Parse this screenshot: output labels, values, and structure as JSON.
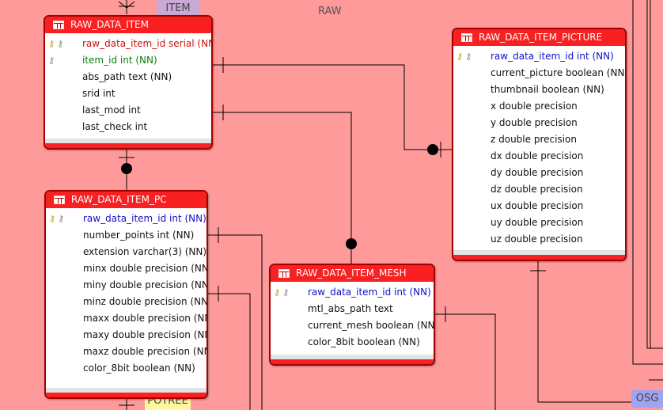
{
  "diagram": {
    "layer_title": "RAW",
    "tags": {
      "item": "ITEM",
      "potree": "POTREE",
      "osg": "OSG"
    },
    "colors": {
      "background": "#ff9a9a",
      "header": "#f82020",
      "border": "#a00000",
      "pk": "#1010c8",
      "fk": "#108010",
      "serial": "#d01010"
    },
    "entities": {
      "raw_data_item": {
        "name": "RAW_DATA_ITEM",
        "columns": [
          {
            "text": "raw_data_item_id serial (NN)",
            "kind": "serial",
            "keys": [
              "gold",
              "grey"
            ]
          },
          {
            "text": "item_id int (NN)",
            "kind": "fk",
            "keys": [
              "grey"
            ]
          },
          {
            "text": "abs_path text (NN)",
            "kind": "",
            "keys": []
          },
          {
            "text": "srid int",
            "kind": "",
            "keys": []
          },
          {
            "text": "last_mod int",
            "kind": "",
            "keys": []
          },
          {
            "text": "last_check int",
            "kind": "",
            "keys": []
          }
        ]
      },
      "raw_data_item_pc": {
        "name": "RAW_DATA_ITEM_PC",
        "columns": [
          {
            "text": "raw_data_item_id int (NN)",
            "kind": "pk",
            "keys": [
              "gold",
              "grey"
            ]
          },
          {
            "text": "number_points int (NN)",
            "kind": "",
            "keys": []
          },
          {
            "text": "extension varchar(3) (NN)",
            "kind": "",
            "keys": []
          },
          {
            "text": "minx double precision (NN)",
            "kind": "",
            "keys": []
          },
          {
            "text": "miny double precision (NN)",
            "kind": "",
            "keys": []
          },
          {
            "text": "minz double precision (NN)",
            "kind": "",
            "keys": []
          },
          {
            "text": "maxx double precision (NN)",
            "kind": "",
            "keys": []
          },
          {
            "text": "maxy double precision (NN)",
            "kind": "",
            "keys": []
          },
          {
            "text": "maxz double precision (NN)",
            "kind": "",
            "keys": []
          },
          {
            "text": "color_8bit boolean (NN)",
            "kind": "",
            "keys": []
          }
        ]
      },
      "raw_data_item_mesh": {
        "name": "RAW_DATA_ITEM_MESH",
        "columns": [
          {
            "text": "raw_data_item_id int (NN)",
            "kind": "pk",
            "keys": [
              "gold",
              "grey"
            ]
          },
          {
            "text": "mtl_abs_path text",
            "kind": "",
            "keys": []
          },
          {
            "text": "current_mesh boolean (NN)",
            "kind": "",
            "keys": []
          },
          {
            "text": "color_8bit boolean (NN)",
            "kind": "",
            "keys": []
          }
        ]
      },
      "raw_data_item_picture": {
        "name": "RAW_DATA_ITEM_PICTURE",
        "columns": [
          {
            "text": "raw_data_item_id int (NN)",
            "kind": "pk",
            "keys": [
              "gold",
              "grey"
            ]
          },
          {
            "text": "current_picture boolean (NN)",
            "kind": "",
            "keys": []
          },
          {
            "text": "thumbnail boolean (NN)",
            "kind": "",
            "keys": []
          },
          {
            "text": "x double precision",
            "kind": "",
            "keys": []
          },
          {
            "text": "y double precision",
            "kind": "",
            "keys": []
          },
          {
            "text": "z double precision",
            "kind": "",
            "keys": []
          },
          {
            "text": "dx double precision",
            "kind": "",
            "keys": []
          },
          {
            "text": "dy double precision",
            "kind": "",
            "keys": []
          },
          {
            "text": "dz double precision",
            "kind": "",
            "keys": []
          },
          {
            "text": "ux double precision",
            "kind": "",
            "keys": []
          },
          {
            "text": "uy double precision",
            "kind": "",
            "keys": []
          },
          {
            "text": "uz double precision",
            "kind": "",
            "keys": []
          }
        ]
      }
    }
  }
}
